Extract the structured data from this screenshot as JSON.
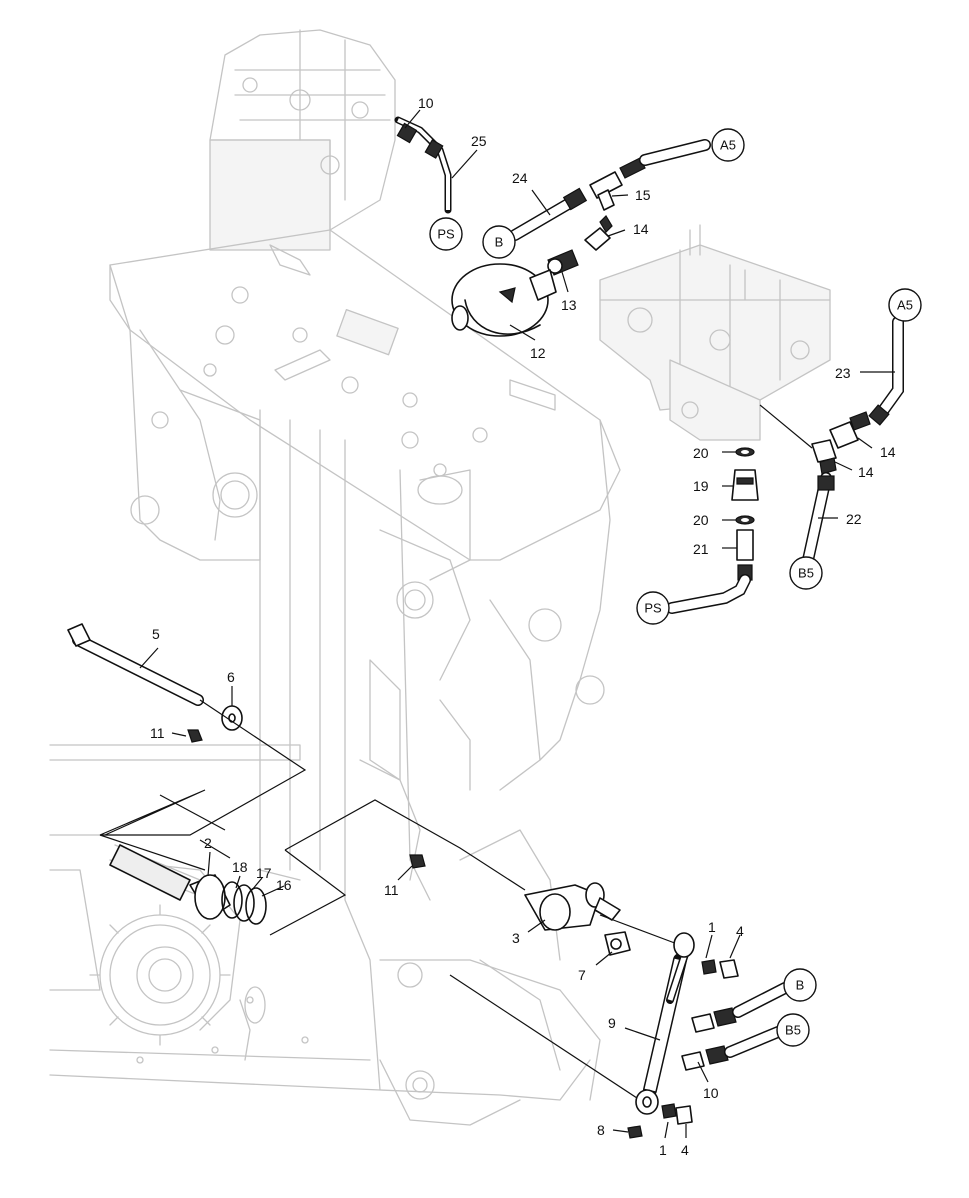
{
  "callouts": {
    "c10a": "10",
    "c25": "25",
    "c24": "24",
    "c15": "15",
    "c14a": "14",
    "c13": "13",
    "c12": "12",
    "c23": "23",
    "c20a": "20",
    "c14b": "14",
    "c14c": "14",
    "c19": "19",
    "c20b": "20",
    "c21": "21",
    "c22": "22",
    "c5": "5",
    "c6": "6",
    "c11a": "11",
    "c2": "2",
    "c18": "18",
    "c17": "17",
    "c16": "16",
    "c11b": "11",
    "c3": "3",
    "c1a": "1",
    "c4a": "4",
    "c7": "7",
    "c9": "9",
    "c10b": "10",
    "c8": "8",
    "c1b": "1",
    "c4b": "4"
  },
  "connectors": {
    "a5_top": "A5",
    "ps_top": "PS",
    "b_top": "B",
    "a5_right": "A5",
    "b5_right": "B5",
    "ps_mid": "PS",
    "b_bottom": "B",
    "b5_bottom": "B5"
  }
}
